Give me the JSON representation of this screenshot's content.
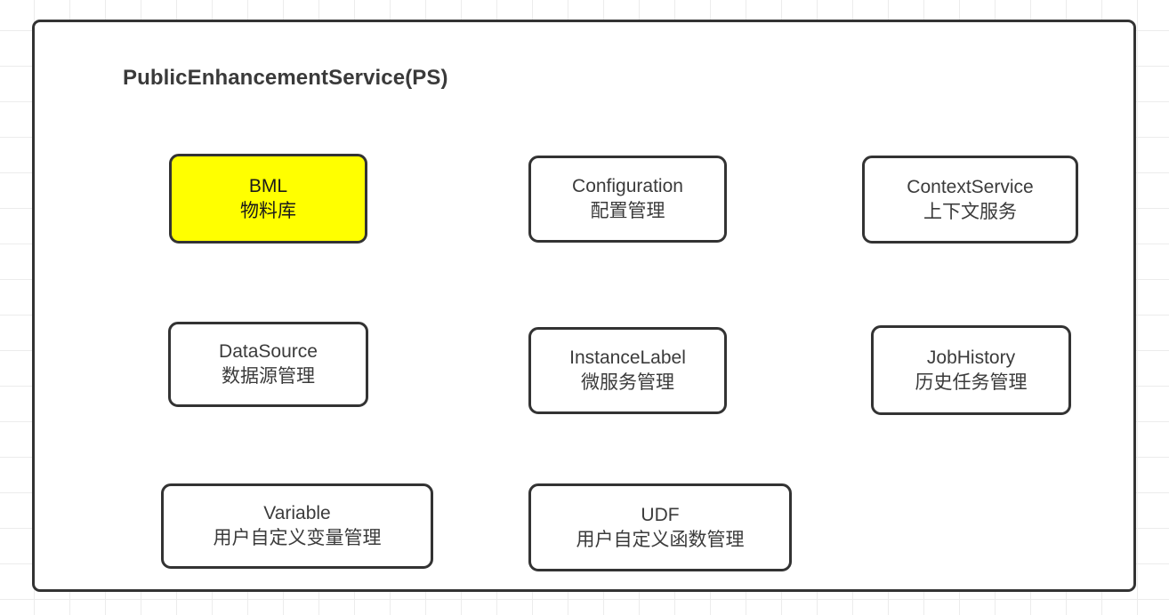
{
  "diagram": {
    "container": {
      "title": "PublicEnhancementService(PS)",
      "border_color": "#333333",
      "background_color": "#ffffff"
    },
    "canvas": {
      "grid_color": "#ececec",
      "grid_size": "40px",
      "background_color": "#ffffff"
    },
    "highlight_color": "#ffff00",
    "text_color": "#3b3b3b",
    "modules": [
      {
        "name": "BML",
        "desc": "物料库",
        "highlighted": true,
        "row": 1,
        "column": 1
      },
      {
        "name": "Configuration",
        "desc": "配置管理",
        "highlighted": false,
        "row": 1,
        "column": 2
      },
      {
        "name": "ContextService",
        "desc": "上下文服务",
        "highlighted": false,
        "row": 1,
        "column": 3
      },
      {
        "name": "DataSource",
        "desc": "数据源管理",
        "highlighted": false,
        "row": 2,
        "column": 1
      },
      {
        "name": "InstanceLabel",
        "desc": "微服务管理",
        "highlighted": false,
        "row": 2,
        "column": 2
      },
      {
        "name": "JobHistory",
        "desc": "历史任务管理",
        "highlighted": false,
        "row": 2,
        "column": 3
      },
      {
        "name": "Variable",
        "desc": "用户自定义变量管理",
        "highlighted": false,
        "row": 3,
        "column": 1
      },
      {
        "name": "UDF",
        "desc": "用户自定义函数管理",
        "highlighted": false,
        "row": 3,
        "column": 2
      }
    ]
  }
}
